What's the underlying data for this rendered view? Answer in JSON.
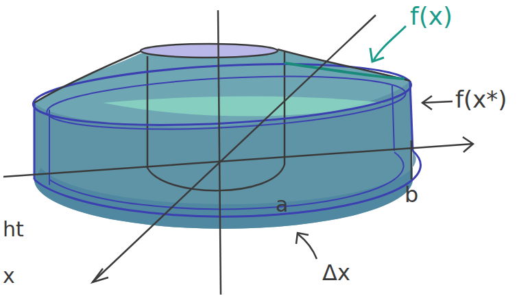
{
  "diagram": {
    "labels": [
      "f(x)",
      "f(x*)",
      "a",
      "b",
      "Δx",
      "ht",
      "x"
    ]
  }
}
